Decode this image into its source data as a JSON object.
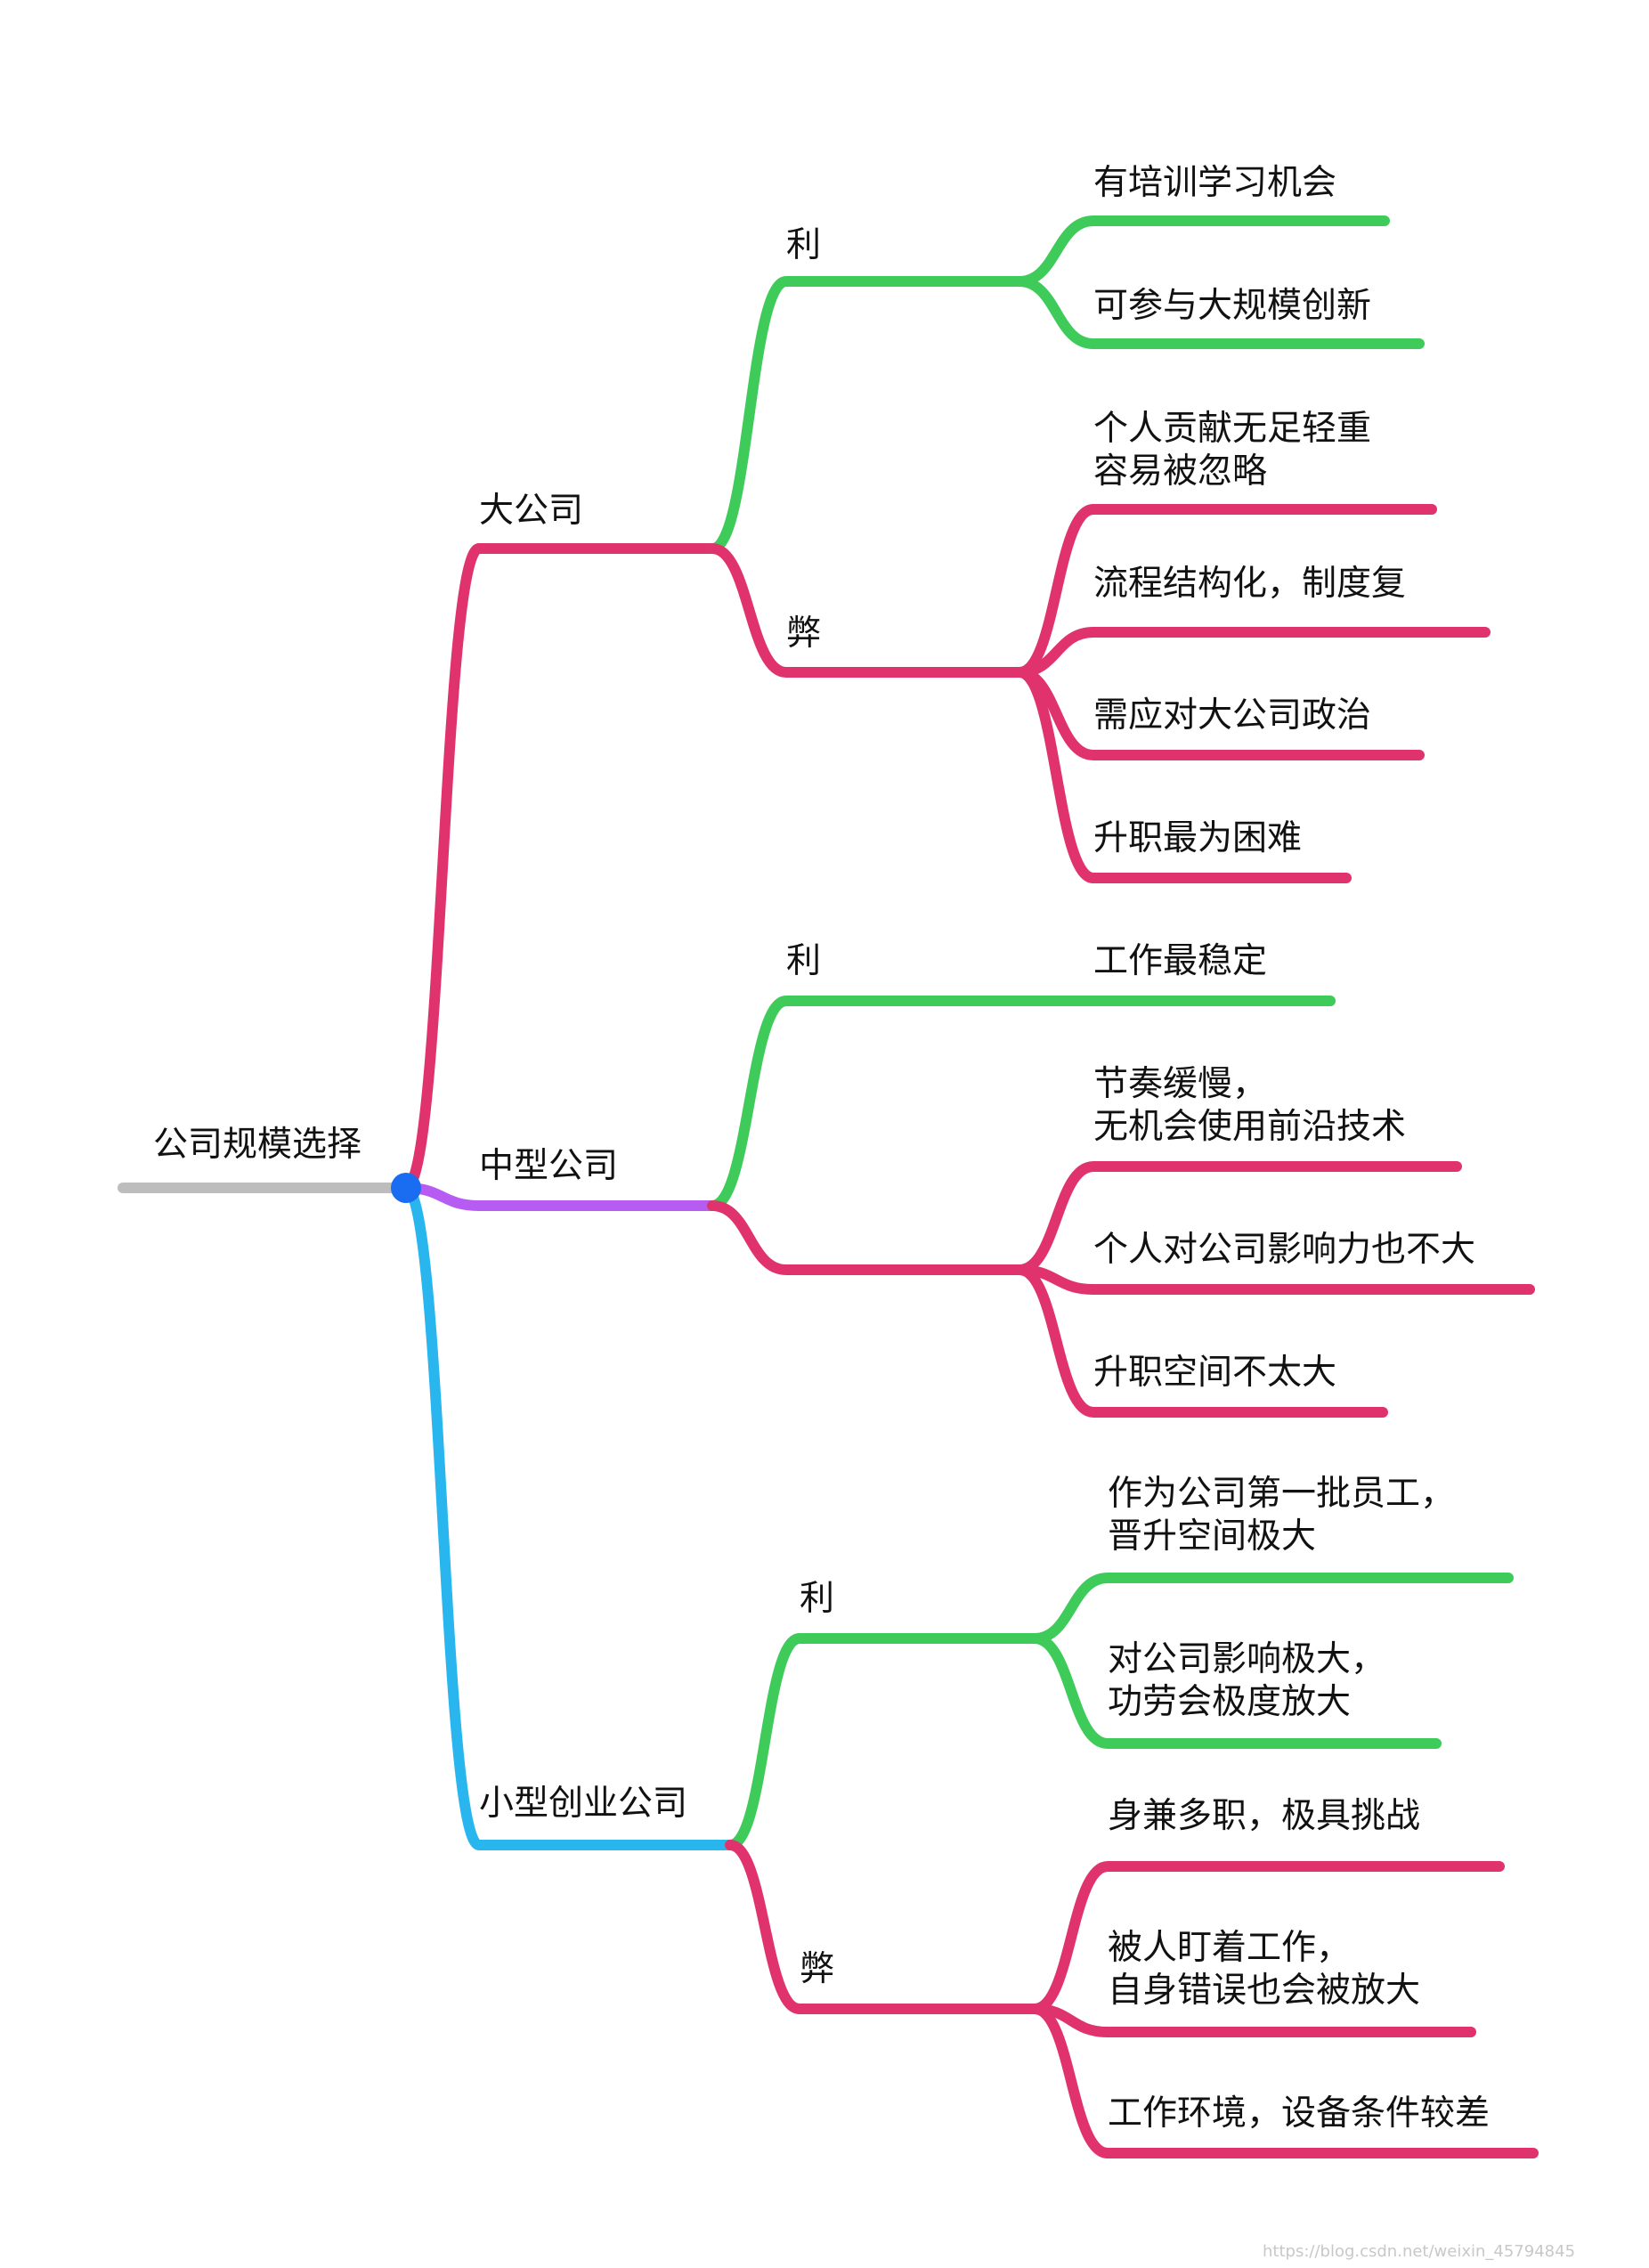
{
  "colors": {
    "root_stem": "#bdbdbd",
    "root_dot": "#1a6cf0",
    "large": "#e0336e",
    "medium": "#b75cf2",
    "small": "#29b6ef",
    "pro": "#3ecb5a",
    "con": "#e0336e"
  },
  "root": {
    "label": "公司规模选择"
  },
  "branches": [
    {
      "label": "大公司",
      "color_key": "large",
      "pros": {
        "label": "利",
        "items": [
          "有培训学习机会",
          "可参与大规模创新"
        ]
      },
      "cons": {
        "label": "弊",
        "items": [
          "个人贡献无足轻重\n容易被忽略",
          "流程结构化，制度复",
          "需应对大公司政治",
          "升职最为困难"
        ]
      }
    },
    {
      "label": "中型公司",
      "color_key": "medium",
      "pros": {
        "label": "利",
        "items": [
          "工作最稳定"
        ]
      },
      "cons": {
        "label": "",
        "items": [
          "节奏缓慢，\n无机会使用前沿技术",
          "个人对公司影响力也不大",
          "升职空间不太大"
        ]
      }
    },
    {
      "label": "小型创业公司",
      "color_key": "small",
      "pros": {
        "label": "利",
        "items": [
          "作为公司第一批员工，\n晋升空间极大",
          "对公司影响极大，\n功劳会极度放大"
        ]
      },
      "cons": {
        "label": "弊",
        "items": [
          "身兼多职，极具挑战",
          "被人盯着工作，\n自身错误也会被放大",
          "工作环境，设备条件较差"
        ]
      }
    }
  ],
  "watermark": "https://blog.csdn.net/weixin_45794845"
}
